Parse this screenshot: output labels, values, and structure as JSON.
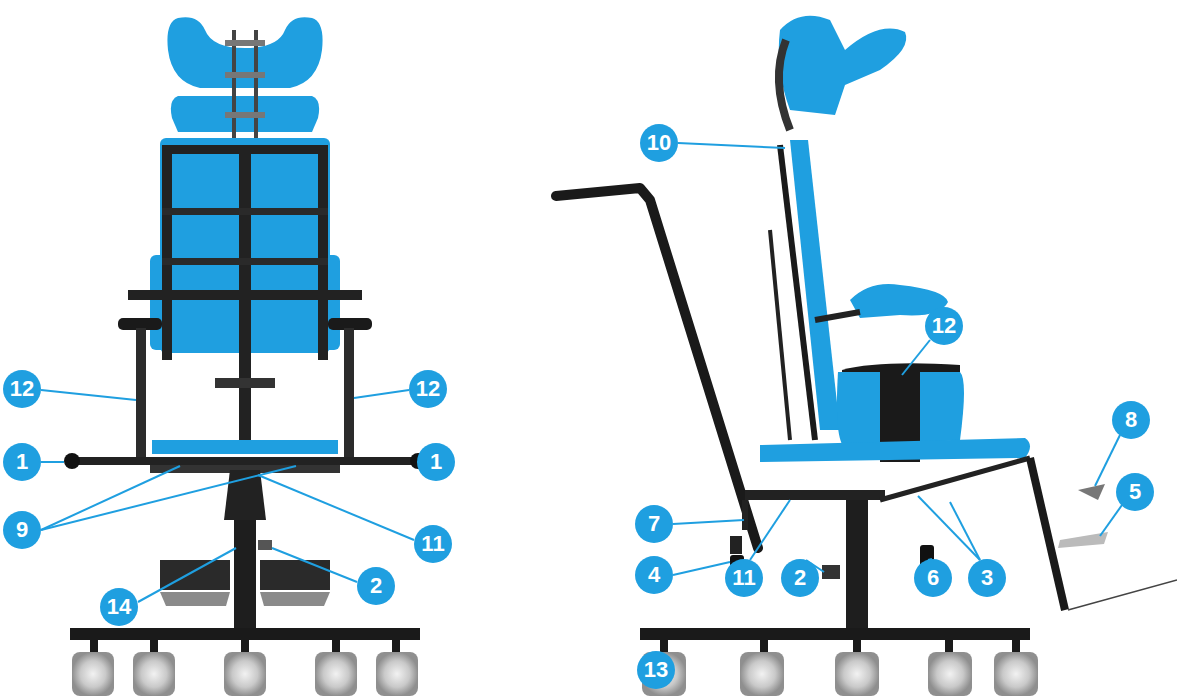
{
  "diagram": {
    "labels": [
      "12",
      "12",
      "1",
      "1",
      "9",
      "11",
      "14",
      "2",
      "10",
      "12",
      "8",
      "5",
      "7",
      "4",
      "11",
      "2",
      "6",
      "3",
      "13"
    ]
  }
}
